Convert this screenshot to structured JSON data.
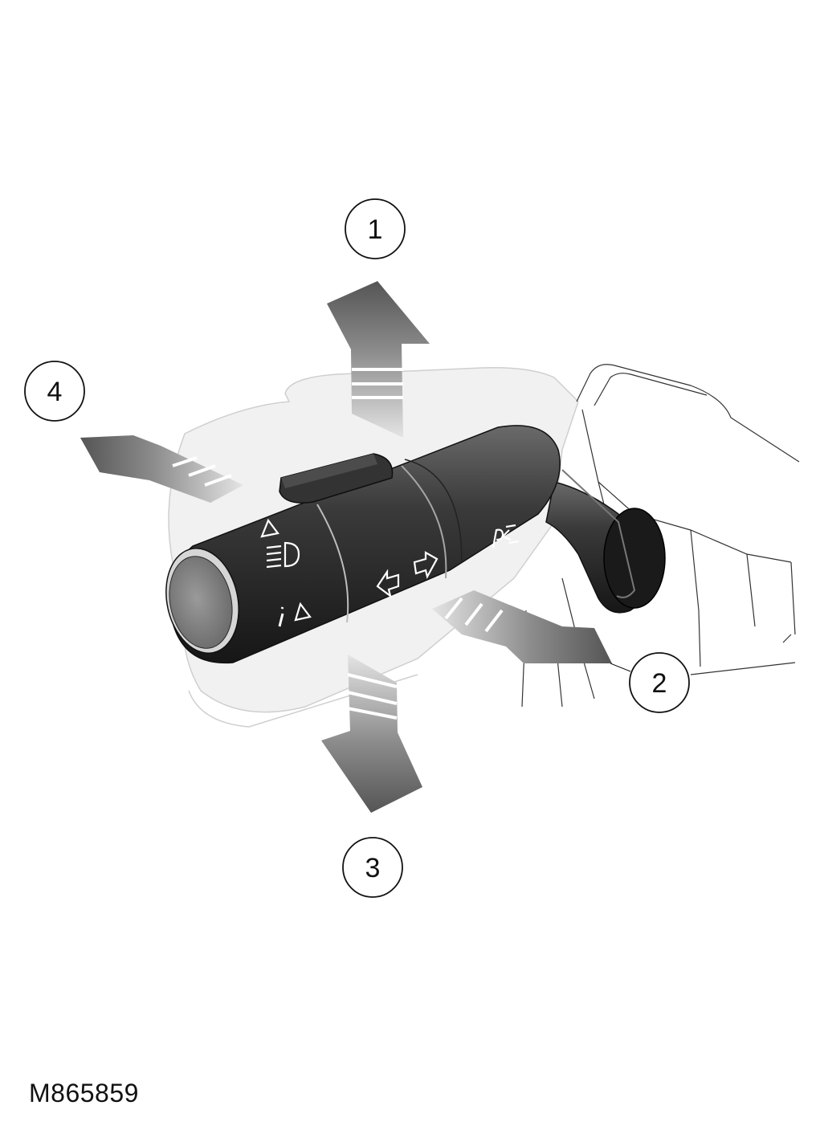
{
  "figure": {
    "id": "M865859"
  },
  "callouts": [
    {
      "key": "1",
      "label": "1"
    },
    {
      "key": "2",
      "label": "2"
    },
    {
      "key": "3",
      "label": "3"
    },
    {
      "key": "4",
      "label": "4"
    }
  ],
  "lever_symbols": {
    "ring_turn": "⇦ ⇨",
    "ring_end": "P"
  },
  "colors": {
    "lever_body": "#3a3a3a",
    "lever_dark": "#1c1c1c",
    "end_cap": "#888888",
    "arrow": "#5a5a5a",
    "console_shade": "#efefef",
    "line": "#222222"
  }
}
